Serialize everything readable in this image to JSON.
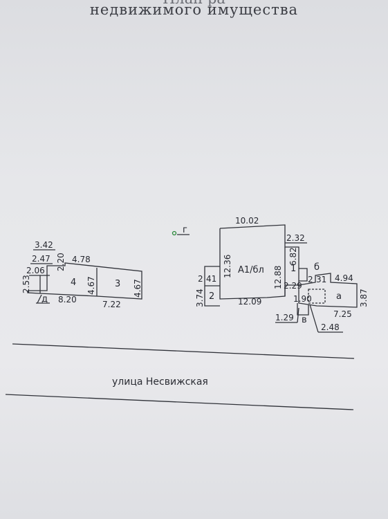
{
  "header": {
    "title_top_partial": "План ра",
    "title": "недвижимого имущества"
  },
  "plan": {
    "left_building": {
      "dims": {
        "d342": "3.42",
        "d247": "2.47",
        "d206": "2.06",
        "d253": "2.53",
        "d220": "2.20",
        "d478": "4.78",
        "d467a": "4.67",
        "d467b": "4.67",
        "d820": "8.20",
        "d722": "7.22"
      },
      "rooms": {
        "r4": "4",
        "r3": "3",
        "rd": "д"
      }
    },
    "marker": {
      "label": "г"
    },
    "main_building": {
      "dims": {
        "d1002": "10.02",
        "d1236": "12.36",
        "d1288": "12.88",
        "d1209": "12.09",
        "d374": "3.74",
        "d2a": "2",
        "d41": "41",
        "d232": "2.32",
        "d682": "6.82",
        "d229": "2.29",
        "d2b": "2",
        "d31": "31",
        "d494": "4.94",
        "d387": "3.87",
        "d190": "1.90",
        "d129": "1.29",
        "d725": "7.25",
        "d248": "2.48"
      },
      "rooms": {
        "a1": "А1/бл",
        "r1": "1",
        "r2": "2",
        "rb": "б",
        "ra": "а",
        "rv": "в"
      }
    }
  },
  "street": {
    "name": "улица Несвижская"
  }
}
